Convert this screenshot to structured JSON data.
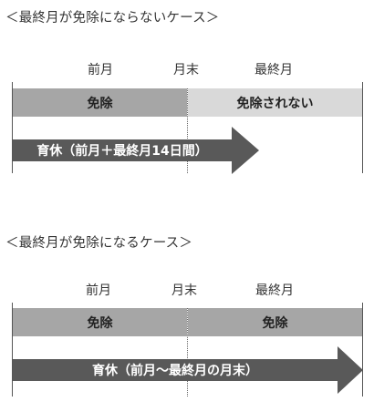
{
  "case1": {
    "heading": "＜最終月が免除にならないケース＞",
    "labels": {
      "prev_month": "前月",
      "month_end": "月末",
      "last_month": "最終月"
    },
    "bar_left": "免除",
    "bar_right": "免除されない",
    "arrow": "育休（前月＋最終月14日間）"
  },
  "case2": {
    "heading": "＜最終月が免除になるケース＞",
    "labels": {
      "prev_month": "前月",
      "month_end": "月末",
      "last_month": "最終月"
    },
    "bar_left": "免除",
    "bar_right": "免除",
    "arrow": "育休（前月〜最終月の月末）"
  },
  "colors": {
    "exempt": "#a6a6a6",
    "not_exempt": "#d9d9d9",
    "arrow": "#595959"
  }
}
